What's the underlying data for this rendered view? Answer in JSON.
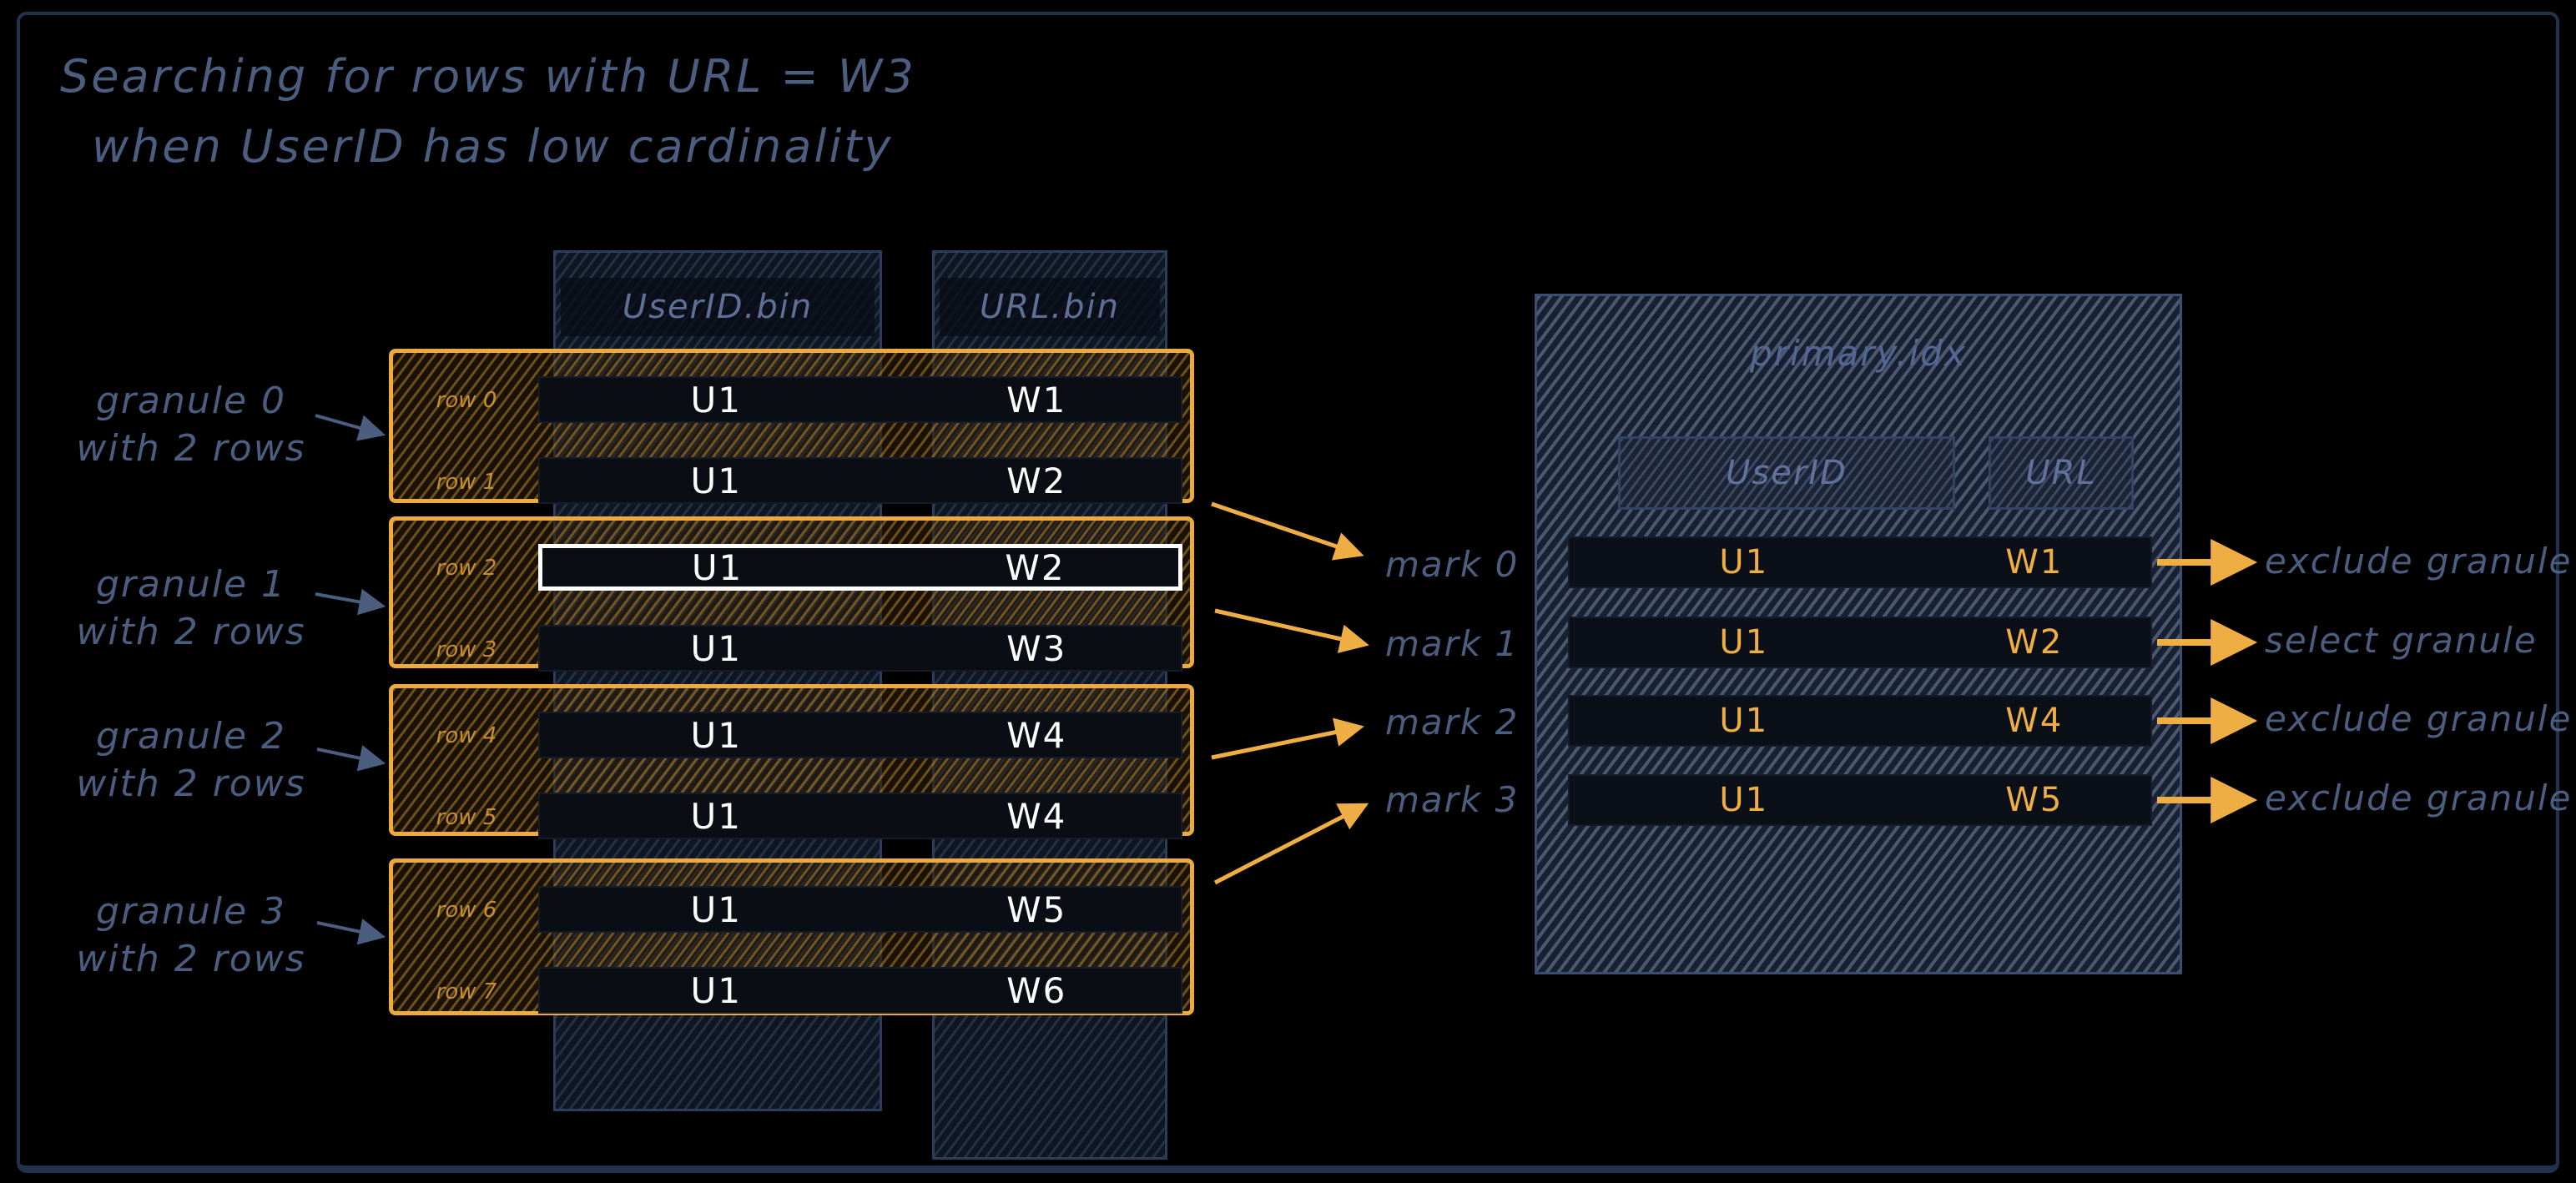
{
  "title": {
    "line1": "Searching for rows with URL = W3",
    "line2": "when UserID has low cardinality"
  },
  "colors": {
    "background": "#000000",
    "frame_border": "#22324d",
    "slate_text": "#4c5e80",
    "orange_accent": "#efae43",
    "row_text_white": "#ffffff",
    "highlight_border": "#ffffff"
  },
  "left_table": {
    "columns": [
      {
        "label": "UserID.bin"
      },
      {
        "label": "URL.bin"
      }
    ],
    "granules": [
      {
        "label_line1": "granule 0",
        "label_line2": "with 2 rows",
        "rows": [
          {
            "row_label": "row 0",
            "userid": "U1",
            "url": "W1",
            "highlighted": false
          },
          {
            "row_label": "row 1",
            "userid": "U1",
            "url": "W2",
            "highlighted": false
          }
        ]
      },
      {
        "label_line1": "granule 1",
        "label_line2": "with 2 rows",
        "rows": [
          {
            "row_label": "row 2",
            "userid": "U1",
            "url": "W2",
            "highlighted": true
          },
          {
            "row_label": "row 3",
            "userid": "U1",
            "url": "W3",
            "highlighted": false
          }
        ]
      },
      {
        "label_line1": "granule 2",
        "label_line2": "with 2 rows",
        "rows": [
          {
            "row_label": "row 4",
            "userid": "U1",
            "url": "W4",
            "highlighted": false
          },
          {
            "row_label": "row 5",
            "userid": "U1",
            "url": "W4",
            "highlighted": false
          }
        ]
      },
      {
        "label_line1": "granule 3",
        "label_line2": "with 2 rows",
        "rows": [
          {
            "row_label": "row 6",
            "userid": "U1",
            "url": "W5",
            "highlighted": false
          },
          {
            "row_label": "row 7",
            "userid": "U1",
            "url": "W6",
            "highlighted": false
          }
        ]
      }
    ]
  },
  "marks": [
    {
      "label": "mark 0"
    },
    {
      "label": "mark 1"
    },
    {
      "label": "mark 2"
    },
    {
      "label": "mark 3"
    }
  ],
  "index_table": {
    "title": "primary.idx",
    "columns": [
      {
        "label": "UserID"
      },
      {
        "label": "URL"
      }
    ],
    "rows": [
      {
        "userid": "U1",
        "url": "W1",
        "decision": "exclude granule"
      },
      {
        "userid": "U1",
        "url": "W2",
        "decision": "select granule"
      },
      {
        "userid": "U1",
        "url": "W4",
        "decision": "exclude granule"
      },
      {
        "userid": "U1",
        "url": "W5",
        "decision": "exclude granule"
      }
    ]
  }
}
